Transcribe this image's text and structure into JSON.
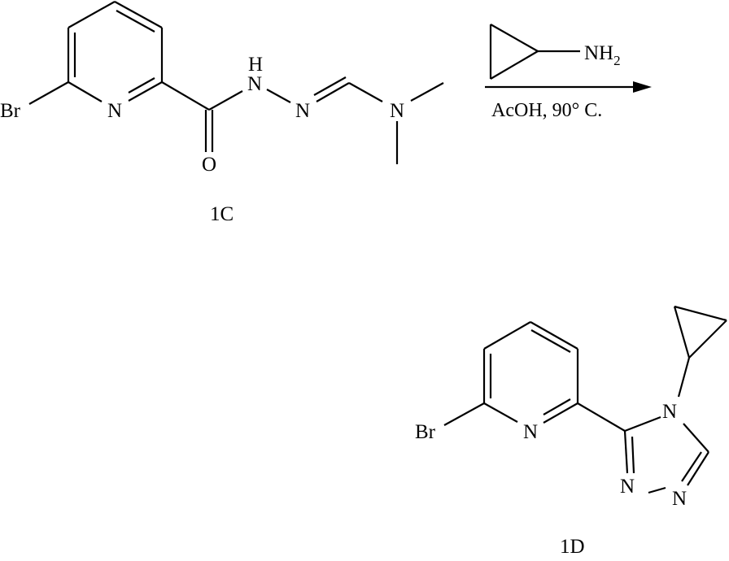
{
  "scheme": {
    "reactant": {
      "label": "1C",
      "atoms": {
        "br": "Br",
        "pyridine_n": "N",
        "carbonyl_o": "O",
        "nh_n": "N",
        "nh_h": "H",
        "imine_n": "N",
        "amine_n": "N"
      }
    },
    "arrow": {
      "reagent_above": {
        "group": "cyclopropyl",
        "amine": "NH",
        "subscript": "2"
      },
      "conditions_below": "AcOH, 90° C."
    },
    "product": {
      "label": "1D",
      "atoms": {
        "br": "Br",
        "pyridine_n": "N",
        "triazole_n4": "N",
        "triazole_n1": "N",
        "triazole_n2": "N"
      }
    },
    "colors": {
      "ink": "#000000",
      "background": "#ffffff"
    }
  }
}
